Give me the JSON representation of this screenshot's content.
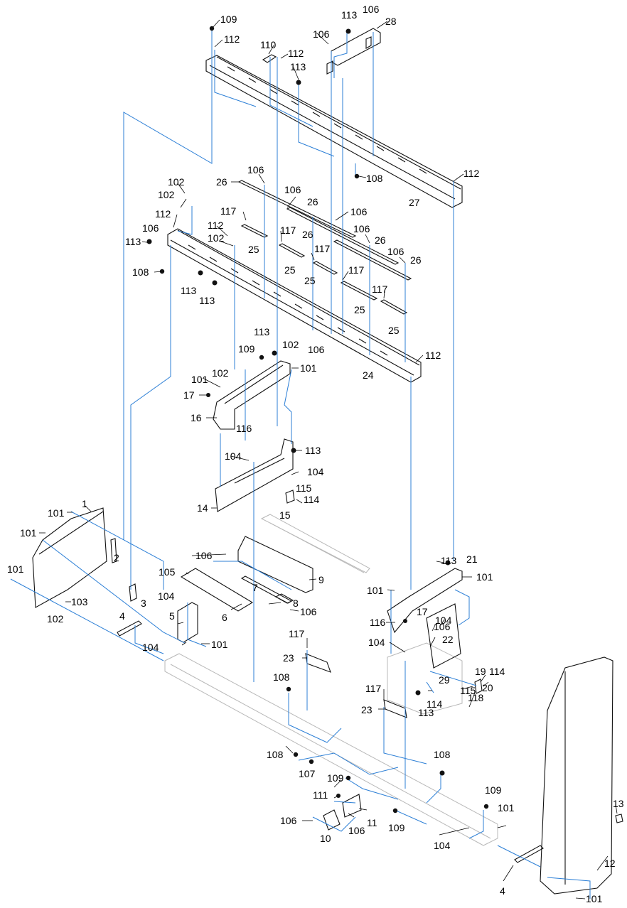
{
  "diagram": {
    "line_color": "#2c7fd6",
    "part_color": "#111111",
    "ghost_color": "#b8b8b8",
    "labels": {
      "l1": "1",
      "l2": "2",
      "l3": "3",
      "l4a": "4",
      "l4b": "4",
      "l5": "5",
      "l6": "6",
      "l7": "7",
      "l8": "8",
      "l9": "9",
      "l10": "10",
      "l11": "11",
      "l12": "12",
      "l13": "13",
      "l14": "14",
      "l15": "15",
      "l16": "16",
      "l17a": "17",
      "l17b": "17",
      "l19": "19",
      "l20": "20",
      "l21": "21",
      "l22": "22",
      "l23a": "23",
      "l23b": "23",
      "l24": "24",
      "l25a": "25",
      "l25b": "25",
      "l25c": "25",
      "l25d": "25",
      "l25e": "25",
      "l26a": "26",
      "l26b": "26",
      "l26c": "26",
      "l26d": "26",
      "l26e": "26",
      "l27": "27",
      "l28": "28",
      "l29": "29",
      "l101a": "101",
      "l101b": "101",
      "l101c": "101",
      "l101d": "101",
      "l101e": "101",
      "l101f": "101",
      "l101g": "101",
      "l101h": "101",
      "l101i": "101",
      "l101j": "101",
      "l102a": "102",
      "l102b": "102",
      "l102c": "102",
      "l102d": "102",
      "l102e": "102",
      "l102f": "102",
      "l103": "103",
      "l104a": "104",
      "l104b": "104",
      "l104c": "104",
      "l104d": "104",
      "l104e": "104",
      "l104f": "104",
      "l104g": "104",
      "l105": "105",
      "l106a": "106",
      "l106b": "106",
      "l106c": "106",
      "l106d": "106",
      "l106e": "106",
      "l106f": "106",
      "l106g": "106",
      "l106h": "106",
      "l106i": "106",
      "l106j": "106",
      "l106k": "106",
      "l106l": "106",
      "l106m": "106",
      "l106n": "106",
      "l107": "107",
      "l108a": "108",
      "l108b": "108",
      "l108c": "108",
      "l108d": "108",
      "l108e": "108",
      "l109a": "109",
      "l109b": "109",
      "l109c": "109",
      "l109d": "109",
      "l109e": "109",
      "l110": "110",
      "l111": "111",
      "l112a": "112",
      "l112b": "112",
      "l112c": "112",
      "l112d": "112",
      "l112e": "112",
      "l112f": "112",
      "l113a": "113",
      "l113b": "113",
      "l113c": "113",
      "l113d": "113",
      "l113e": "113",
      "l113f": "113",
      "l113g": "113",
      "l113h": "113",
      "l113i": "113",
      "l114a": "114",
      "l114b": "114",
      "l114c": "114",
      "l115a": "115",
      "l115b": "115",
      "l116a": "116",
      "l116b": "116",
      "l117a": "117",
      "l117b": "117",
      "l117c": "117",
      "l117d": "117",
      "l117e": "117",
      "l117f": "117",
      "l117g": "117",
      "l118": "118"
    }
  }
}
